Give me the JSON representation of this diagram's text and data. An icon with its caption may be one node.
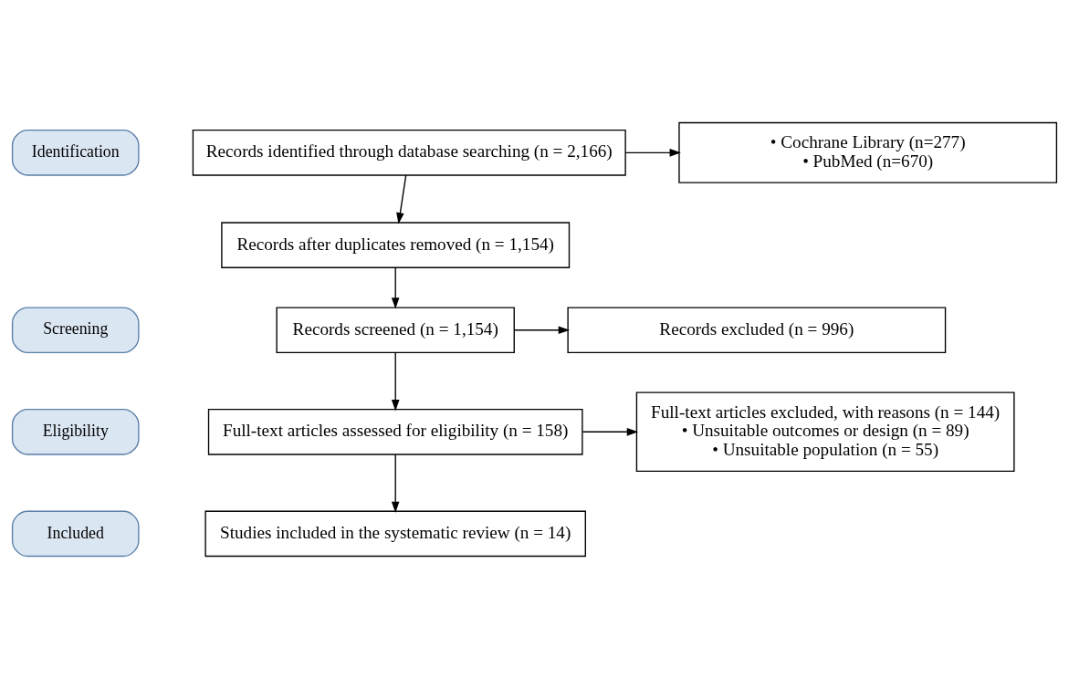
{
  "diagram": {
    "nodes": [
      {
        "text": [
          "Identification"
        ]
      },
      {
        "text": [
          "Screening"
        ]
      },
      {
        "text": [
          "Eligibility"
        ]
      },
      {
        "text": [
          "Included"
        ]
      },
      {
        "text": [
          "Records identified through database searching (n = 2,166)"
        ]
      },
      {
        "text": [
          "• Cochrane Library (n=277)",
          "• PubMed (n=670)"
        ]
      },
      {
        "text": [
          "Records after duplicates removed (n = 1,154)"
        ]
      },
      {
        "text": [
          "Records screened (n = 1,154)"
        ]
      },
      {
        "text": [
          "Records excluded (n = 996)"
        ]
      },
      {
        "text": [
          "Full-text articles assessed for eligibility (n = 158)"
        ]
      },
      {
        "text": [
          "Full-text articles excluded, with reasons (n = 144)",
          "• Unsuitable outcomes or design (n = 89)",
          "• Unsuitable population (n = 55)"
        ]
      },
      {
        "text": [
          "Studies included in the systematic review (n = 14)"
        ]
      }
    ],
    "edges": [
      {
        "from": 4,
        "to": 5,
        "arrow": "to"
      },
      {
        "from": 4,
        "to": 6,
        "arrow": "to"
      },
      {
        "from": 6,
        "to": 7,
        "arrow": "to"
      },
      {
        "from": 7,
        "to": 8,
        "arrow": "to"
      },
      {
        "from": 7,
        "to": 9,
        "arrow": "to"
      },
      {
        "from": 9,
        "to": 10,
        "arrow": "to"
      },
      {
        "from": 9,
        "to": 11,
        "arrow": "to"
      }
    ]
  }
}
